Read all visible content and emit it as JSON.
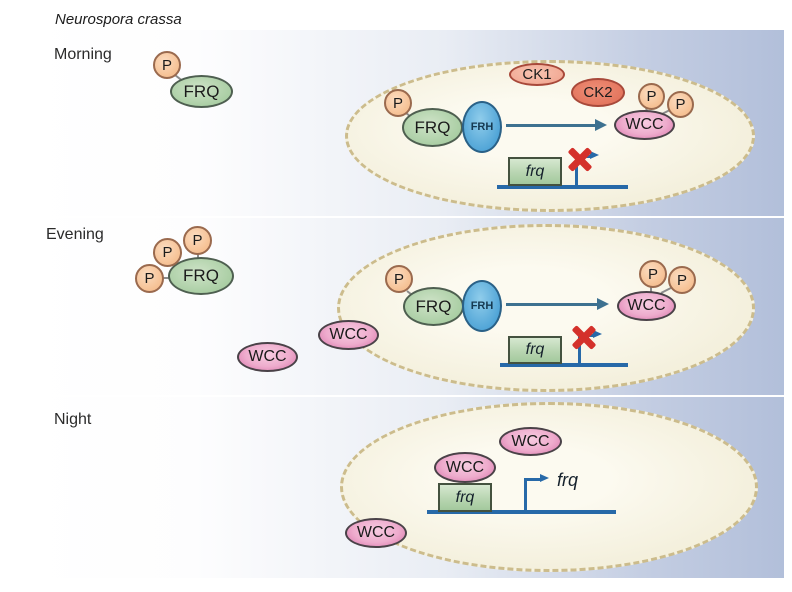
{
  "title": "Neurospora crassa",
  "rows": {
    "morning": "Morning",
    "evening": "Evening",
    "night": "Night"
  },
  "mol": {
    "p": "P",
    "frq": "FRQ",
    "frh": "FRH",
    "wcc": "WCC",
    "ck1": "CK1",
    "ck2": "CK2"
  },
  "gene": {
    "frq_box": "frq",
    "frq_transcript": "frq"
  },
  "colors": {
    "phosphate_fill": "#f6c194",
    "frq_protein_fill": "#a8cda2",
    "frh_fill": "#4ea3d6",
    "wcc_fill": "#eeaccd",
    "ck1_fill": "#f0a08a",
    "ck2_fill": "#e06c54",
    "cell_fill": "#f4f0dd",
    "cell_border": "#ccbc8c",
    "dna_blue": "#2769a8",
    "arrow_teal": "#3d7190",
    "blocked_x_red": "#d4312b",
    "band_blue_right": "#b2bfda"
  }
}
